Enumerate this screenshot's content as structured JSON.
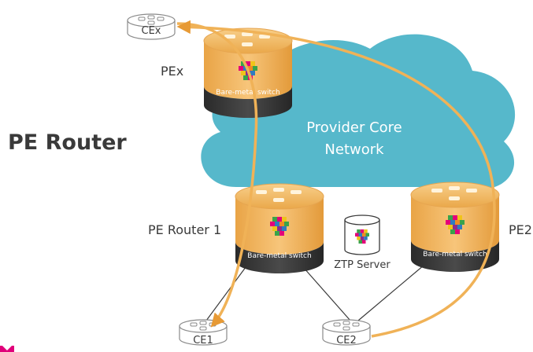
{
  "page_title": "PE Router",
  "cloud": {
    "line1": "Provider Core",
    "line2": "Network"
  },
  "nodes": {
    "cex": {
      "label": "CEx"
    },
    "pex": {
      "label": "PEx",
      "switch_label": "Bare-metal switch"
    },
    "pe1": {
      "label": "PE Router 1",
      "switch_label": "Bare-metal switch"
    },
    "pe2": {
      "label": "PE2",
      "switch_label": "Bare-metal switch"
    },
    "ztp": {
      "label": "ZTP Server"
    },
    "ce1": {
      "label": "CE1"
    },
    "ce2": {
      "label": "CE2"
    }
  },
  "colors": {
    "cloud": "#56b8cb",
    "switch_gold": "#f2b760",
    "switch_body": "#333333",
    "arrow": "#f0b257",
    "heading": "#3a3a3a",
    "accent_corner": "#e0007a"
  }
}
